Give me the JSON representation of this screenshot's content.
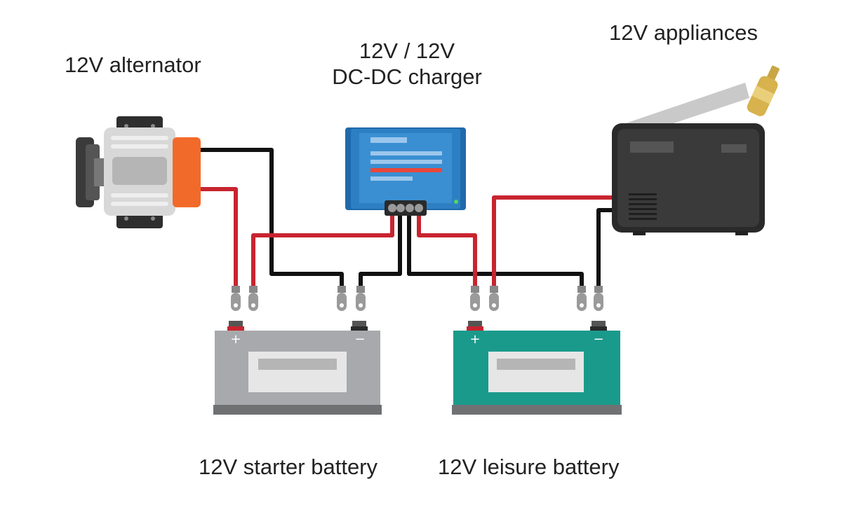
{
  "labels": {
    "alternator": "12V alternator",
    "charger_line1": "12V / 12V",
    "charger_line2": "DC-DC charger",
    "appliances": "12V appliances",
    "starter_battery": "12V starter battery",
    "leisure_battery": "12V leisure battery"
  },
  "terminal_signs": {
    "positive": "+",
    "negative": "−"
  },
  "colors": {
    "positive_wire": "#c8242f",
    "negative_wire": "#111111",
    "charger_blue": "#2d7fc4",
    "charger_accent": "#e8473a",
    "starter_battery": "#a7a9ac",
    "leisure_battery": "#1a9a8b",
    "alternator_body": "#d8d8d8",
    "alternator_cap": "#f26a2a",
    "appliance_body": "#3a3a3a"
  }
}
